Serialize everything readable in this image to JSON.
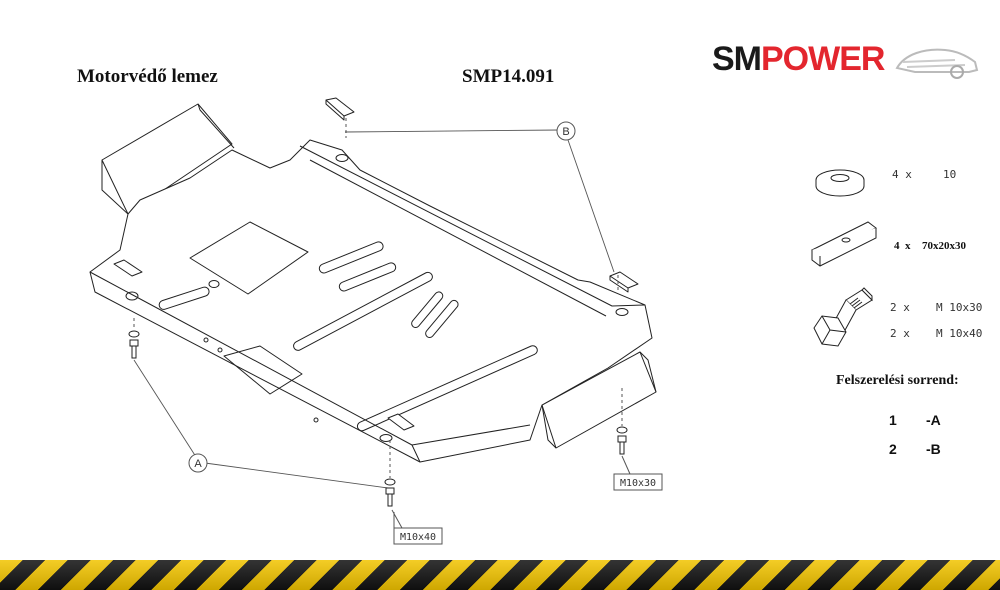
{
  "header": {
    "title": "Motorvédő lemez",
    "code": "SMP14.091"
  },
  "logo": {
    "part1": "SM",
    "part2": "POWER",
    "color_dark": "#1a1a1a",
    "color_red": "#e3262e"
  },
  "callouts": {
    "a": "A",
    "b": "B",
    "bolt_left": "M10x40",
    "bolt_right": "M10x30"
  },
  "parts": {
    "washer": {
      "count": "4",
      "x": "x",
      "size": "10"
    },
    "plate": {
      "count": "4",
      "x": "x",
      "size": "70x20x30"
    },
    "bolt1": {
      "count": "2",
      "x": "x",
      "size": "M 10x30"
    },
    "bolt2": {
      "count": "2",
      "x": "x",
      "size": "M 10x40"
    }
  },
  "order": {
    "title": "Felszerelési sorrend:",
    "steps": [
      {
        "num": "1",
        "label": "-A"
      },
      {
        "num": "2",
        "label": "-B"
      }
    ]
  },
  "colors": {
    "hazard_yellow": "#f2c400",
    "hazard_black": "#111111"
  }
}
